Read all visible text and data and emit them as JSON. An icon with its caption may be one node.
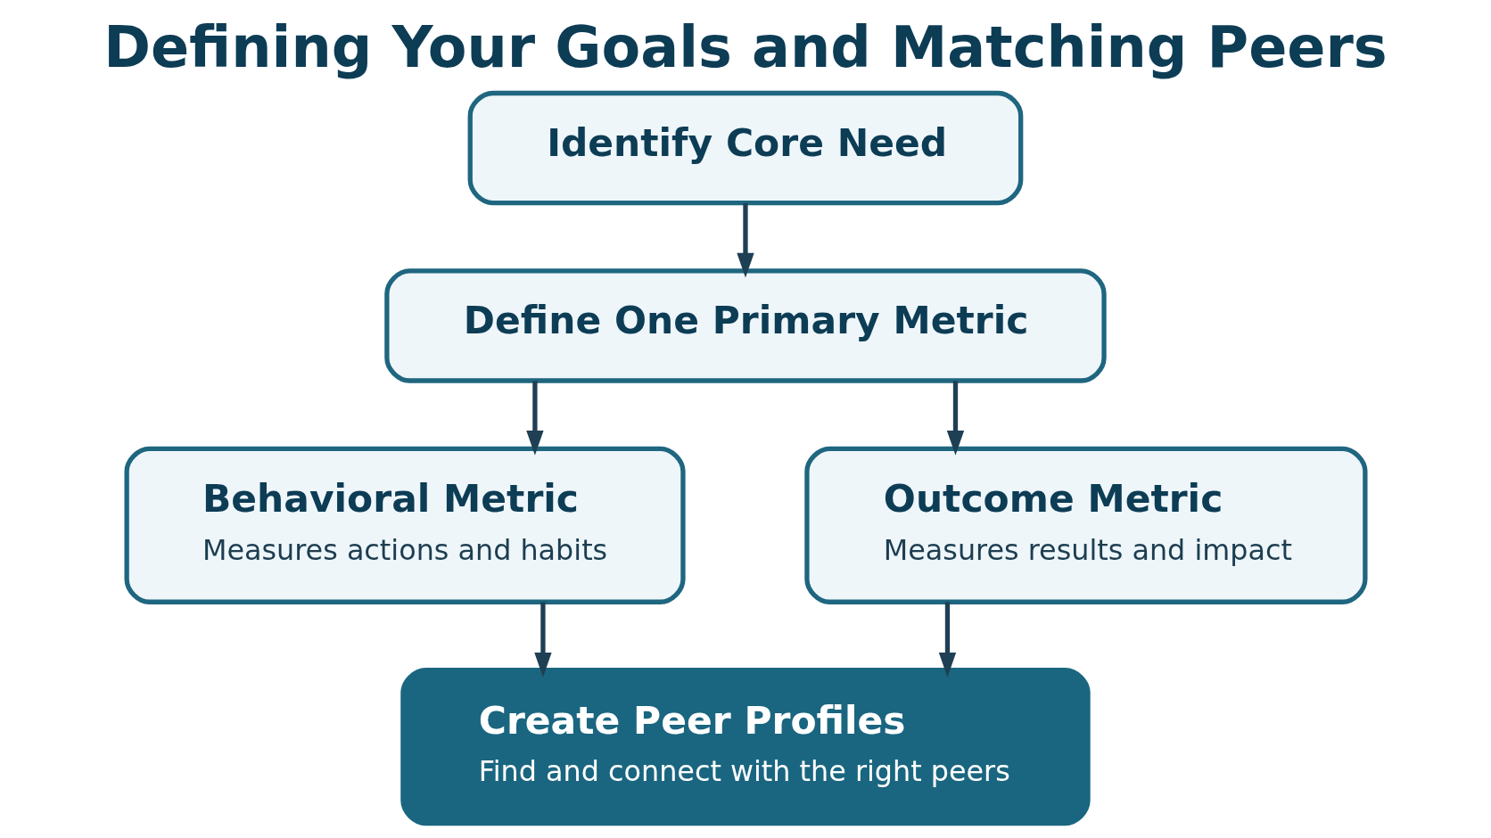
{
  "diagram": {
    "title": "Defining Your Goals and Matching Peers",
    "nodes": [
      {
        "text": [
          "Identify Core Need"
        ]
      },
      {
        "text": [
          "Define One Primary Metric"
        ]
      },
      {
        "text": [
          "Behavioral Metric",
          "Measures actions and habits"
        ]
      },
      {
        "text": [
          "Outcome Metric",
          "Measures results and impact"
        ]
      },
      {
        "text": [
          "Create Peer Profiles",
          "Find and connect with the right peers"
        ]
      }
    ],
    "edges": [
      {
        "from": 0,
        "to": 1,
        "arrow": "to"
      },
      {
        "from": 1,
        "to": 2,
        "arrow": "to"
      },
      {
        "from": 1,
        "to": 3,
        "arrow": "to"
      },
      {
        "from": 2,
        "to": 4,
        "arrow": "to"
      },
      {
        "from": 3,
        "to": 4,
        "arrow": "to"
      }
    ]
  }
}
